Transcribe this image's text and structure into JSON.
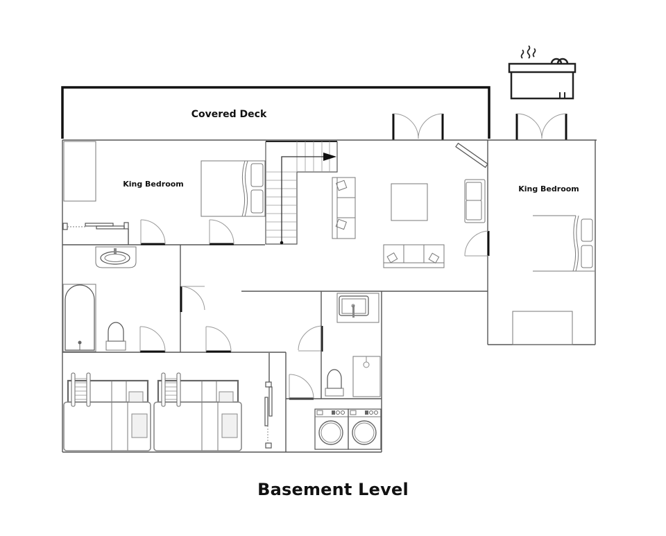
{
  "floor_plan": {
    "title": "Basement Level",
    "rooms": [
      {
        "id": "covered-deck",
        "label": "Covered Deck"
      },
      {
        "id": "king-bedroom-left",
        "label": "King Bedroom"
      },
      {
        "id": "king-bedroom-right",
        "label": "King Bedroom"
      },
      {
        "id": "living-area",
        "label": ""
      },
      {
        "id": "bathroom-left",
        "label": ""
      },
      {
        "id": "bathroom-right",
        "label": ""
      },
      {
        "id": "bunk-room",
        "label": ""
      },
      {
        "id": "laundry",
        "label": ""
      },
      {
        "id": "hallway",
        "label": ""
      }
    ],
    "fixtures": [
      "hot-tub-icon",
      "king-bed-icon",
      "king-bed-icon",
      "l-shaped-staircase",
      "sofa-icon",
      "sofa-icon",
      "loveseat-icon",
      "coffee-table-icon",
      "tv-icon",
      "sink-icon",
      "sink-icon",
      "bathtub-icon",
      "toilet-icon",
      "toilet-icon",
      "shower-icon",
      "bunk-bed-icon",
      "bunk-bed-icon",
      "washer-icon",
      "dryer-icon",
      "sliding-door-icon",
      "sliding-door-icon"
    ],
    "colors": {
      "line": "#555555",
      "heavy_line": "#111111",
      "door_swing": "#999999",
      "background": "#ffffff"
    }
  }
}
